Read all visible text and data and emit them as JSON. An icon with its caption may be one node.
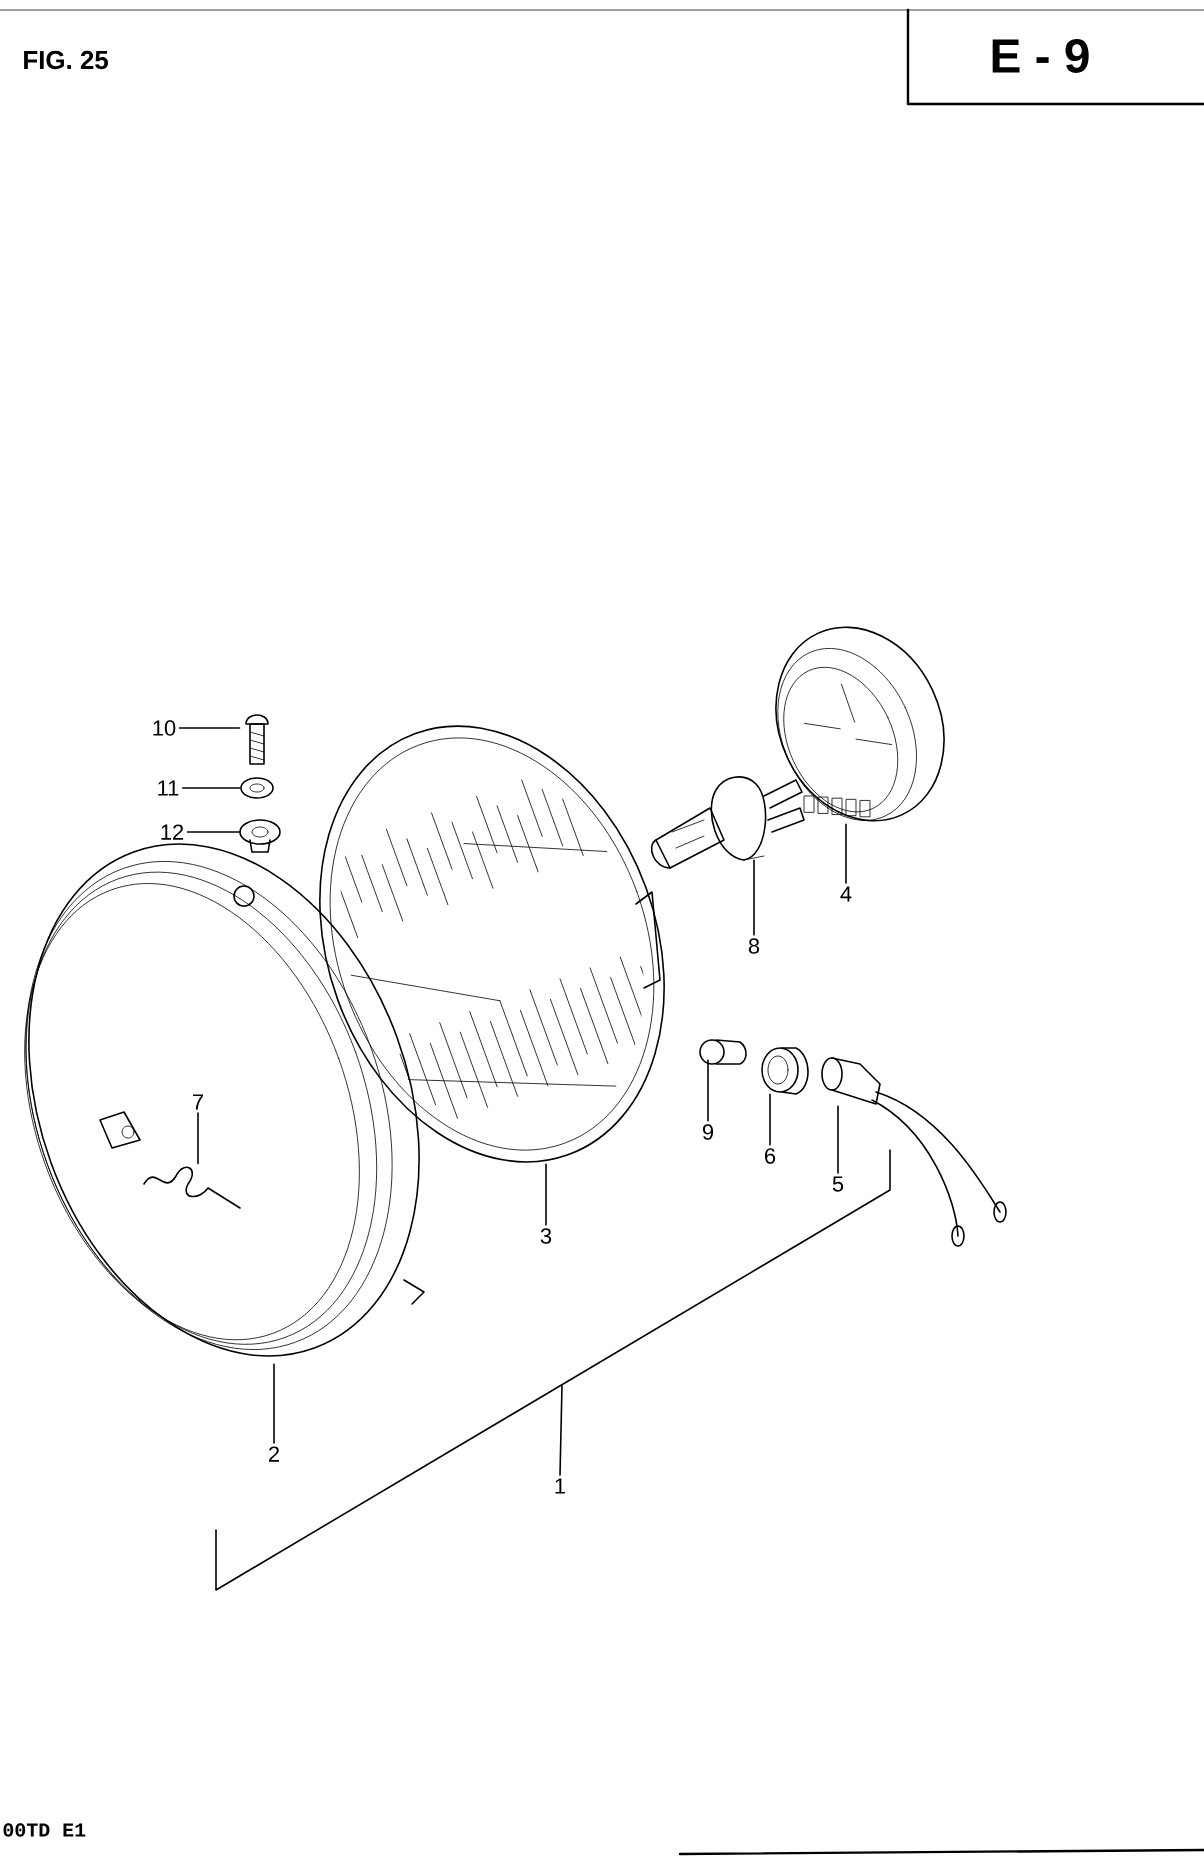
{
  "diagram": {
    "title": "FIG. 25",
    "nodes": [
      {
        "text": [
          "10"
        ]
      },
      {
        "text": [
          "11"
        ]
      },
      {
        "text": [
          "12"
        ]
      },
      {
        "text": [
          "4"
        ]
      },
      {
        "text": [
          "8"
        ]
      },
      {
        "text": [
          "7"
        ],
        "in": 22
      },
      {
        "text": [
          "9"
        ]
      },
      {
        "text": [
          "6"
        ]
      },
      {
        "text": [
          "5"
        ],
        "in": 20
      },
      {
        "text": [
          "3"
        ]
      },
      {
        "text": [
          "2"
        ]
      },
      {
        "text": [
          "1"
        ]
      },
      {
        "text": [],
        "shape": "picture"
      },
      {
        "text": [],
        "shape": "picture"
      },
      {
        "text": [],
        "shape": "picture"
      },
      {
        "text": [],
        "shape": "picture"
      },
      {
        "text": [],
        "shape": "picture"
      },
      {
        "text": [],
        "shape": "picture",
        "in": 22
      },
      {
        "text": [],
        "shape": "picture"
      },
      {
        "text": [],
        "shape": "picture"
      },
      {
        "text": [],
        "shape": "picture"
      },
      {
        "text": [],
        "shape": "picture"
      },
      {
        "text": [],
        "shape": "picture"
      }
    ],
    "edges": [
      {
        "from": 0,
        "to": 12,
        "arrow": "none"
      },
      {
        "from": 1,
        "to": 13,
        "arrow": "none"
      },
      {
        "from": 2,
        "to": 14,
        "arrow": "none"
      },
      {
        "from": 3,
        "to": 15,
        "arrow": "none"
      },
      {
        "from": 4,
        "to": 16,
        "arrow": "none"
      },
      {
        "from": 5,
        "to": 17,
        "arrow": "none"
      },
      {
        "from": 6,
        "to": 18,
        "arrow": "none"
      },
      {
        "from": 7,
        "to": 19,
        "arrow": "none"
      },
      {
        "from": 8,
        "to": 20,
        "arrow": "none"
      },
      {
        "from": 9,
        "to": 21,
        "arrow": "none"
      },
      {
        "from": 10,
        "to": 22,
        "arrow": "none"
      },
      {
        "from": 11,
        "to": null,
        "arrow": "none"
      }
    ],
    "labels": [
      "E - 9",
      "00TD E1"
    ]
  }
}
